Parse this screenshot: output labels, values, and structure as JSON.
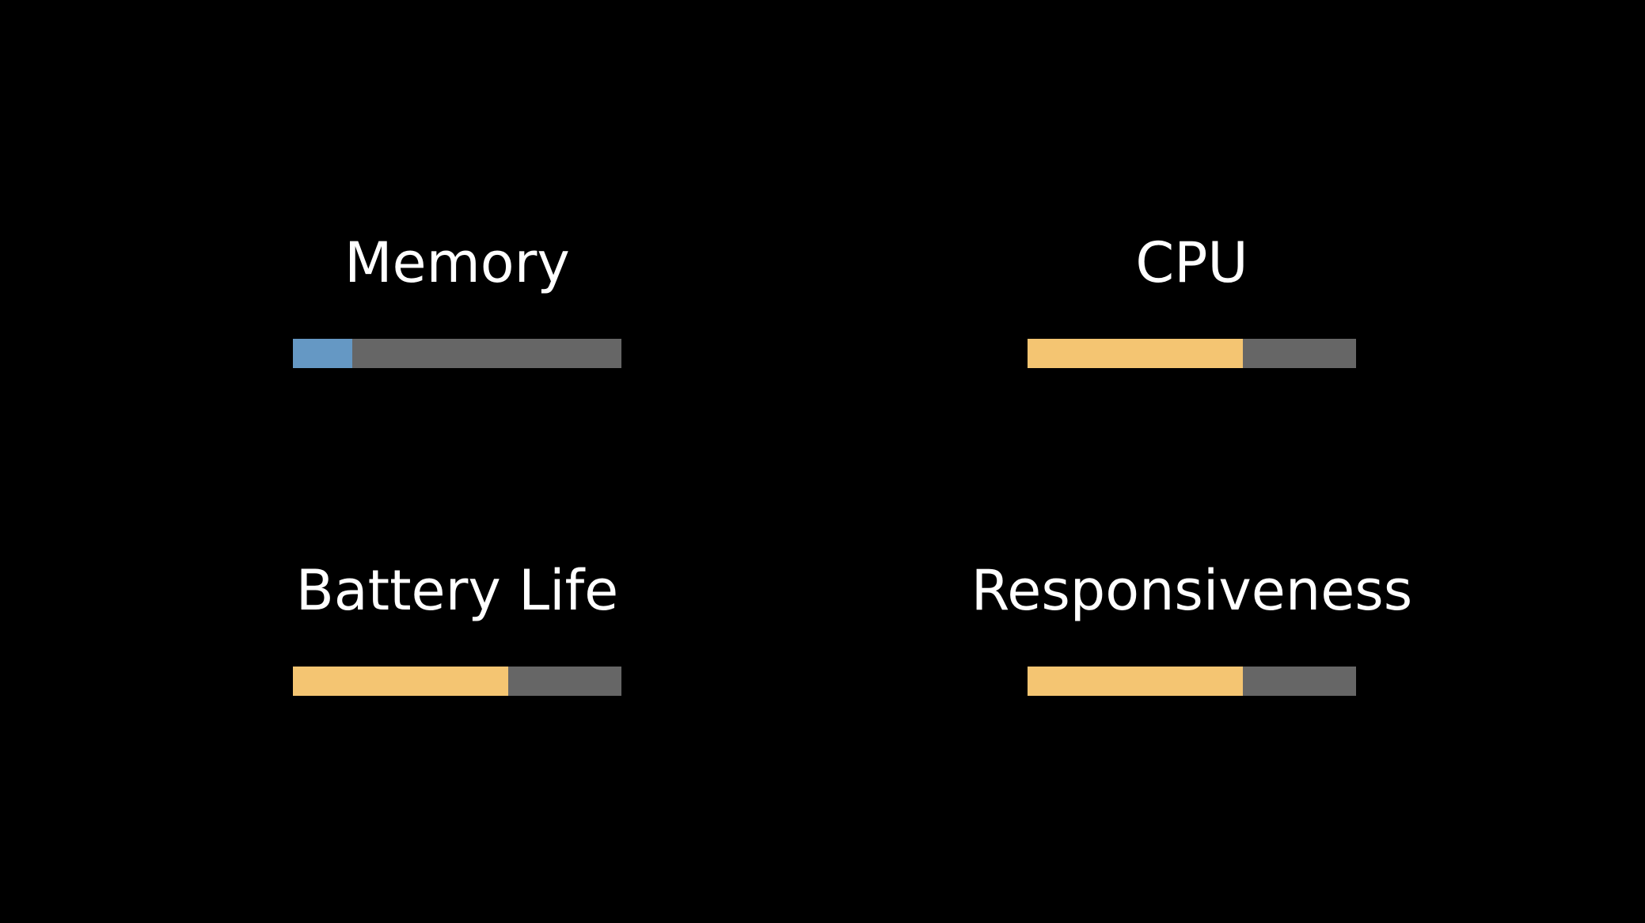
{
  "colors": {
    "background": "#000000",
    "track": "#666666",
    "low": "#6598c4",
    "medium": "#f4c572",
    "text": "#ffffff"
  },
  "metrics": [
    {
      "label": "Memory",
      "level": 0.18,
      "color": "#6598c4"
    },
    {
      "label": "CPU",
      "level": 0.655,
      "color": "#f4c572"
    },
    {
      "label": "Battery Life",
      "level": 0.655,
      "color": "#f4c572"
    },
    {
      "label": "Responsiveness",
      "level": 0.655,
      "color": "#f4c572"
    }
  ]
}
